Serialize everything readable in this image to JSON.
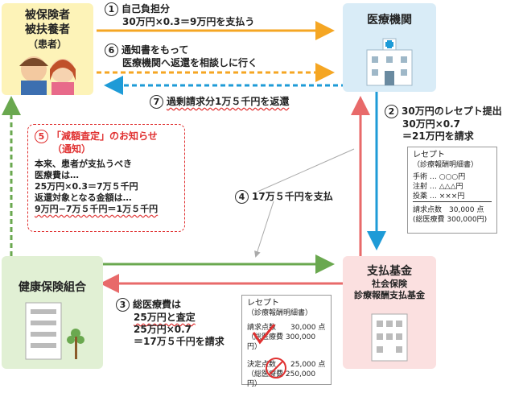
{
  "nodes": {
    "patient": {
      "title1": "被保険者",
      "title2": "被扶養者",
      "title3": "（患者）"
    },
    "hospital": {
      "title": "医療機関"
    },
    "union": {
      "title": "健康保険組合"
    },
    "fund": {
      "title": "支払基金",
      "sub1": "社会保険",
      "sub2": "診療報酬支払基金"
    }
  },
  "steps": {
    "s1": {
      "num": "1",
      "l1": "自己負担分",
      "l2": "30万円×0.3＝9万円を支払う"
    },
    "s6": {
      "num": "6",
      "l1": "通知書をもって",
      "l2": "医療機関へ返還を相談しに行く"
    },
    "s7": {
      "num": "7",
      "l1": "過剰請求分1万５千円を返還"
    },
    "s2": {
      "num": "2",
      "l1": "30万円のレセプト提出",
      "l2": "30万円×0.7",
      "l3": "＝21万円を請求"
    },
    "s4": {
      "num": "4",
      "l1": "17万５千円を支払"
    },
    "s3": {
      "num": "3",
      "l1": "総医療費は",
      "l2": "25万円と査定",
      "l3": "25万円×0.7",
      "l4": "＝17万５千円を請求"
    }
  },
  "notice": {
    "num": "5",
    "head1": "「減額査定」のお知らせ",
    "head2": "（通知）",
    "body": [
      "本来、患者が支払うべき",
      "医療費は…",
      "25万円×0.3＝7万５千円",
      "返還対象となる金額は…",
      "9万円−7万５千円＝1万５千円"
    ]
  },
  "receipt1": {
    "title": "レセプト",
    "sub": "（診療報酬明細書）",
    "lines": [
      "手術 … ○○○円",
      "注射 … △△△円",
      "投薬 … ×××円"
    ],
    "total1": "請求点数　30,000 点",
    "total2": "(総医療費 300,000円)"
  },
  "receipt2": {
    "title": "レセプト",
    "sub": "（診療報酬明細書）",
    "a1": "請求点数　　30,000 点",
    "a2": "（総医療費 300,000円）",
    "b1": "決定点数　　25,000 点",
    "b2": "（総医療費 250,000円）"
  },
  "colors": {
    "orange": "#f5a623",
    "blue": "#1e9bd7",
    "green": "#6aa84f",
    "red": "#e86a6a"
  }
}
